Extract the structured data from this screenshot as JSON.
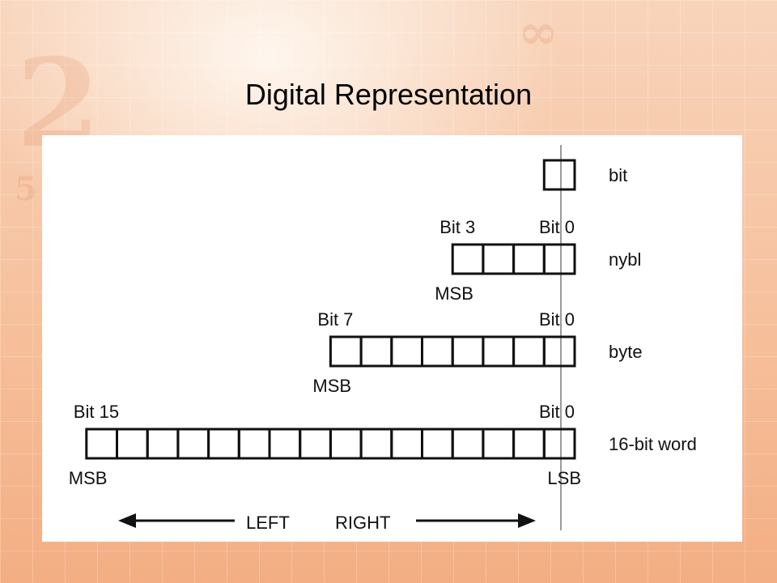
{
  "slide": {
    "title": "Digital Representation"
  },
  "diagram": {
    "rows": [
      {
        "name": "bit",
        "bits": 1,
        "label": "bit",
        "msb_index_label": "",
        "lsb_index_label": "",
        "msb_label": "",
        "lsb_label": ""
      },
      {
        "name": "nybl",
        "bits": 4,
        "label": "nybl",
        "msb_index_label": "Bit 3",
        "lsb_index_label": "Bit 0",
        "msb_label": "MSB",
        "lsb_label": ""
      },
      {
        "name": "byte",
        "bits": 8,
        "label": "byte",
        "msb_index_label": "Bit 7",
        "lsb_index_label": "Bit 0",
        "msb_label": "MSB",
        "lsb_label": ""
      },
      {
        "name": "word",
        "bits": 16,
        "label": "16-bit word",
        "msb_index_label": "Bit 15",
        "lsb_index_label": "Bit 0",
        "msb_label": "MSB",
        "lsb_label": "LSB"
      }
    ],
    "left_label": "LEFT",
    "right_label": "RIGHT"
  },
  "colors": {
    "stroke": "#111111",
    "guide": "#9a9a9a",
    "panel": "#ffffff"
  }
}
